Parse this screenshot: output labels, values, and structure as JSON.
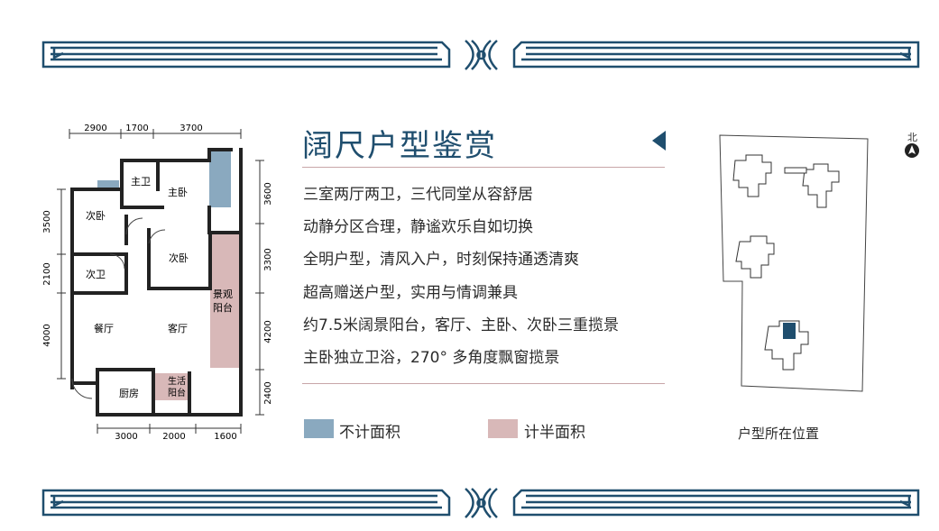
{
  "heading": {
    "title": "阔尺户型鉴赏"
  },
  "features": [
    "三室两厅两卫，三代同堂从容舒居",
    "动静分区合理，静谧欢乐自如切换",
    "全明户型，清风入户，时刻保持通透清爽",
    "超高赠送户型，实用与情调兼具",
    "约7.5米阔景阳台，客厅、主卧、次卧三重揽景",
    "主卧独立卫浴，270° 多角度飘窗揽景"
  ],
  "legend": [
    {
      "label": "不计面积",
      "color": "#8aa9bf"
    },
    {
      "label": "计半面积",
      "color": "#d8b8b8"
    }
  ],
  "floorplan": {
    "dims_top": [
      "2900",
      "1700",
      "3700"
    ],
    "dims_bottom": [
      "3000",
      "2000",
      "1600"
    ],
    "dims_left": [
      "3500",
      "2100",
      "4000"
    ],
    "dims_right": [
      "3600",
      "3300",
      "4200",
      "2400"
    ],
    "rooms": {
      "master_bath": "主卫",
      "master_bedroom": "主卧",
      "bedroom_a": "次卧",
      "bedroom_b": "次卧",
      "secondary_bath": "次卫",
      "dining": "餐厅",
      "living": "客厅",
      "kitchen": "厨房",
      "view_balcony_1": "景观",
      "view_balcony_2": "阳台",
      "service_balcony_1": "生活",
      "service_balcony_2": "阳台"
    }
  },
  "siteplan": {
    "north_label": "北",
    "caption": "户型所在位置"
  },
  "colors": {
    "brand": "#1f4e6e",
    "rule": "#c8a6a8",
    "highlight": "#1f4e6e"
  }
}
